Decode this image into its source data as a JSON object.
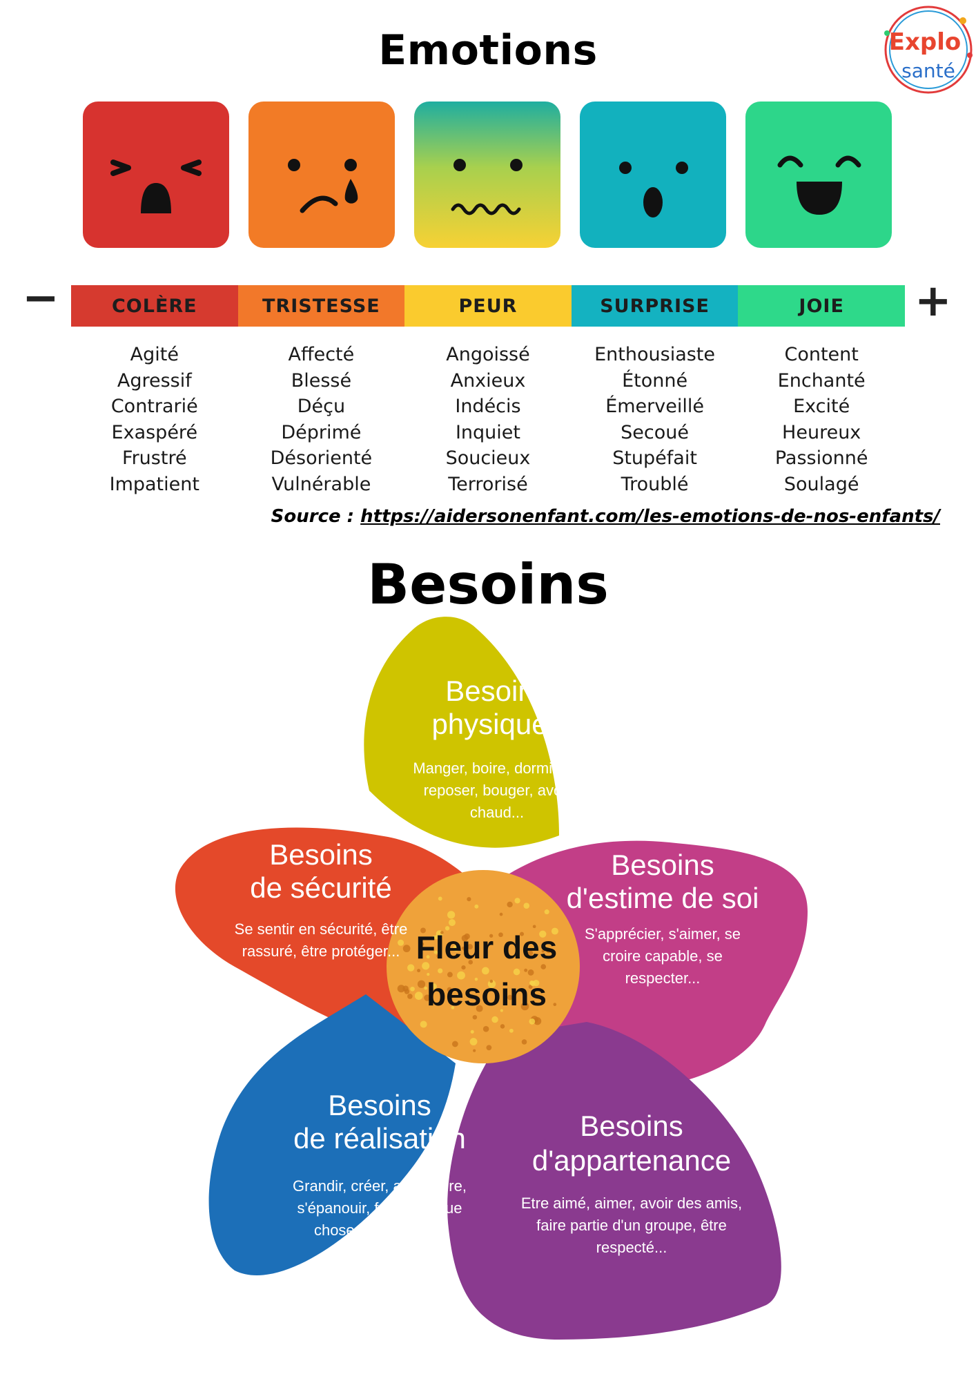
{
  "emotions": {
    "title": "Emotions",
    "scale_minus": "−",
    "scale_plus": "+",
    "categories": [
      {
        "label": "COLÈRE",
        "color": "#D63A2F",
        "face_color": "#D7332F",
        "words": [
          "Agité",
          "Agressif",
          "Contrarié",
          "Exaspéré",
          "Frustré",
          "Impatient"
        ]
      },
      {
        "label": "TRISTESSE",
        "color": "#F2782A",
        "face_color": "#F27B26",
        "words": [
          "Affecté",
          "Blessé",
          "Déçu",
          "Déprimé",
          "Désorienté",
          "Vulnérable"
        ]
      },
      {
        "label": "PEUR",
        "color": "#FACB2E",
        "face_color": "#F7D134",
        "words": [
          "Angoissé",
          "Anxieux",
          "Indécis",
          "Inquiet",
          "Soucieux",
          "Terrorisé"
        ]
      },
      {
        "label": "SURPRISE",
        "color": "#14B2C1",
        "face_color": "#12B1BE",
        "words": [
          "Enthousiaste",
          "Étonné",
          "Émerveillé",
          "Secoué",
          "Stupéfait",
          "Troublé"
        ]
      },
      {
        "label": "JOIE",
        "color": "#2ED98A",
        "face_color": "#2DD68A",
        "words": [
          "Content",
          "Enchanté",
          "Excité",
          "Heureux",
          "Passionné",
          "Soulagé"
        ]
      }
    ],
    "source_label": "Source :",
    "source_url": "https://aidersonenfant.com/les-emotions-de-nos-enfants/"
  },
  "logo": {
    "text_top": "Explo",
    "text_bottom": "santé"
  },
  "besoins": {
    "title": "Besoins",
    "center": {
      "line1": "Fleur des",
      "line2": "besoins",
      "color": "#EFA23A"
    },
    "petals": [
      {
        "title_lines": [
          "Besoins",
          "physiques"
        ],
        "desc_lines": [
          "Manger, boire, dormir, se",
          "reposer, bouger, avoir",
          "chaud..."
        ],
        "color": "#CFC400"
      },
      {
        "title_lines": [
          "Besoins",
          "d'estime de soi"
        ],
        "desc_lines": [
          "S'apprécier, s'aimer, se",
          "croire capable, se",
          "respecter..."
        ],
        "color": "#C23E87"
      },
      {
        "title_lines": [
          "Besoins",
          "d'appartenance"
        ],
        "desc_lines": [
          "Etre aimé, aimer, avoir des amis,",
          "faire partie d'un groupe, être",
          "respecté..."
        ],
        "color": "#8A3A8F"
      },
      {
        "title_lines": [
          "Besoins",
          "de réalisation"
        ],
        "desc_lines": [
          "Grandir, créer, apprendre,",
          "s'épanouir, faire quelque",
          "chose qu'on aime..."
        ],
        "color": "#1C6FB8"
      },
      {
        "title_lines": [
          "Besoins",
          "de sécurité"
        ],
        "desc_lines": [
          "Se sentir en sécurité, être",
          "rassuré, être protéger..."
        ],
        "color": "#E4492A"
      }
    ]
  }
}
